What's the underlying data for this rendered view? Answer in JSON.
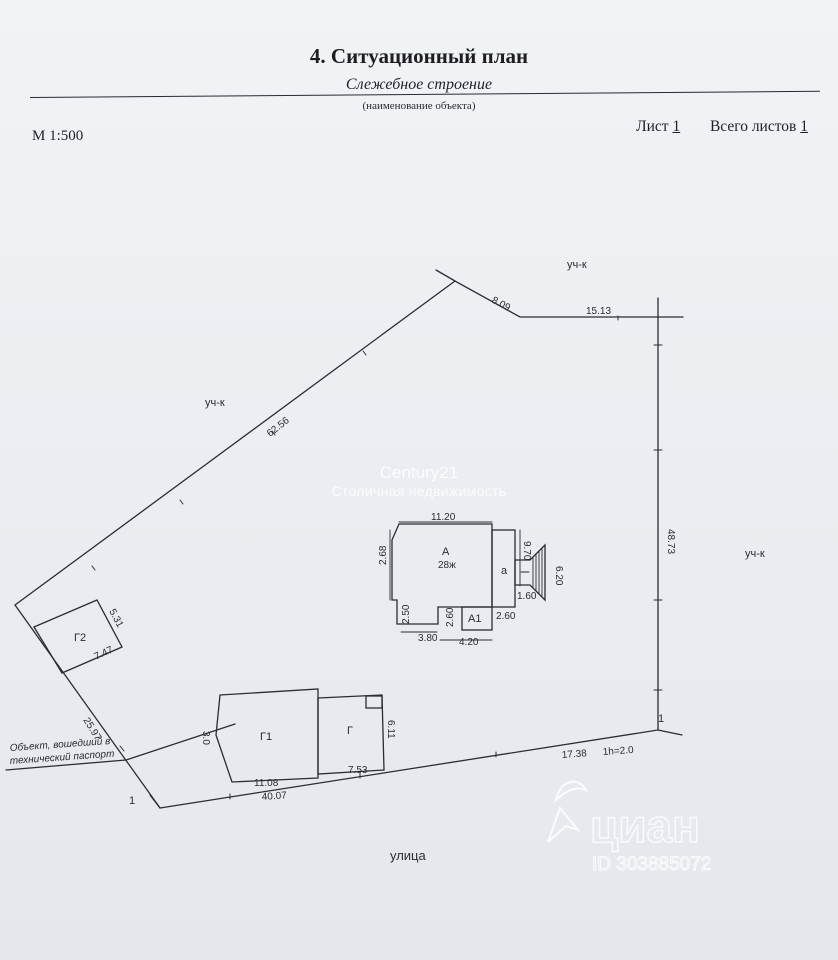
{
  "header": {
    "title": "4. Ситуационный план",
    "object_name": "Слежебное строение",
    "object_caption": "(наименование объекта)",
    "scale": "М 1:500",
    "sheet_label": "Лист",
    "sheet_number": "1",
    "total_label": "Всего листов",
    "total_number": "1"
  },
  "plan": {
    "neighbor_labels": [
      "уч-к",
      "уч-к",
      "уч-к"
    ],
    "street_label": "улица",
    "boundary_dimensions": {
      "northwest": "62.56",
      "north_short": "8.09",
      "north_east": "15.13",
      "east": "48.73",
      "southwest": "25.97",
      "south": "40.07",
      "south_right": "17.38",
      "south_note": "1h=2.0"
    },
    "house": {
      "label": "А",
      "floors": "28ж",
      "annex_a_label": "а",
      "annex_a1_label": "А1",
      "dimensions": [
        "11.20",
        "2.68",
        "9.70",
        "6.20",
        "1.60",
        "2.60",
        "2.50",
        "3.80",
        "4.20",
        "2.60"
      ]
    },
    "g1": {
      "label": "Г1",
      "dimensions": [
        "11.08",
        "3.0"
      ]
    },
    "g": {
      "label": "Г",
      "dimensions": [
        "7.53",
        "6.11"
      ]
    },
    "g2": {
      "label": "Г2",
      "dimensions": [
        "5.31",
        "7.47"
      ]
    },
    "point_markers": [
      "1",
      "1"
    ],
    "object_note_line1": "Объект, вошедший в",
    "object_note_line2": "технический паспорт"
  },
  "watermarks": {
    "agency_name": "Century21",
    "agency_tagline": "Столичная недвижимость",
    "portal_name": "циан",
    "listing_id": "ID 303885072"
  }
}
